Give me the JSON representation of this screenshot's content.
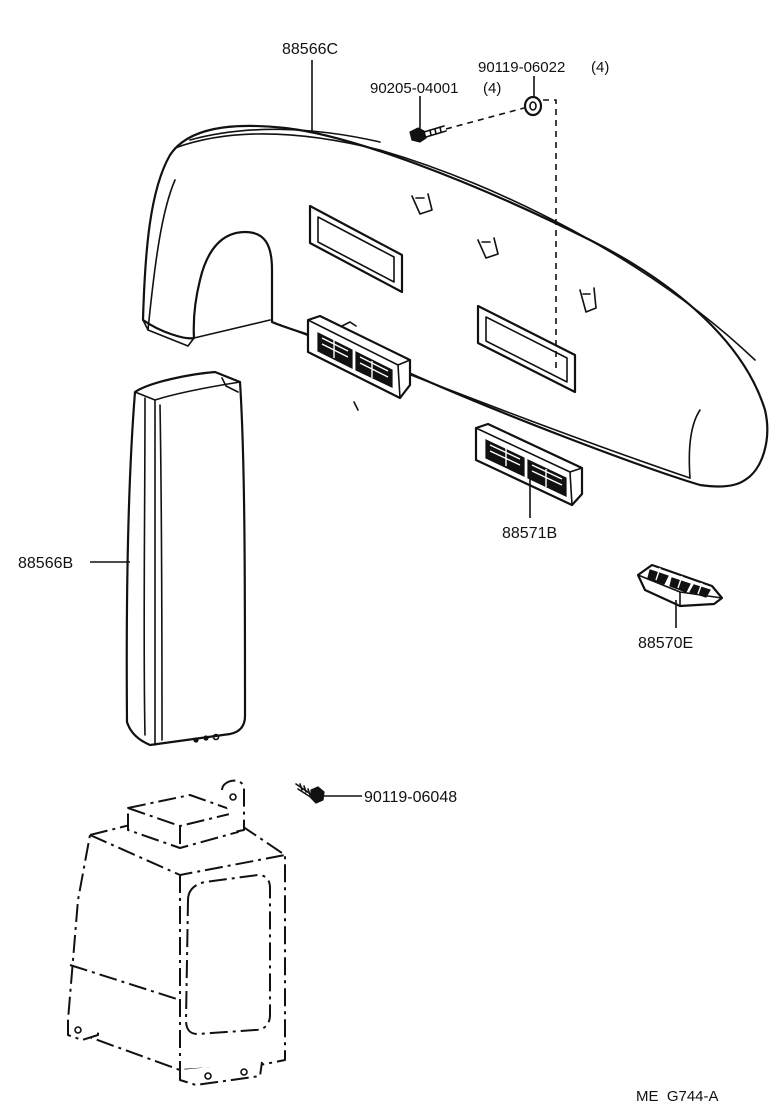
{
  "diagram": {
    "callouts": {
      "duct_upper": "88566C",
      "screw_a": "90205-04001",
      "screw_a_qty": "(4)",
      "nut": "90119-06022",
      "nut_qty": "(4)",
      "duct_side": "88566B",
      "register": "88571B",
      "register_small": "88570E",
      "bolt": "90119-06048"
    },
    "figure_code": "ME  G744-A"
  }
}
